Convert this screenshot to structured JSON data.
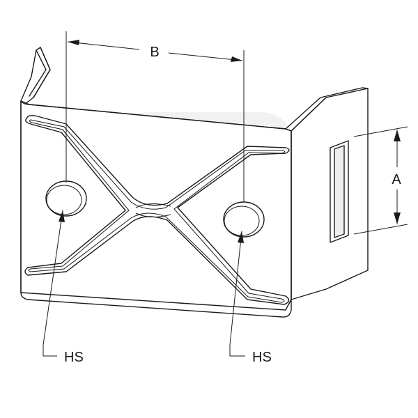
{
  "diagram": {
    "dimensions": {
      "width_label": "B",
      "height_label": "A"
    },
    "callouts": [
      {
        "label": "HS"
      },
      {
        "label": "HS"
      }
    ]
  }
}
